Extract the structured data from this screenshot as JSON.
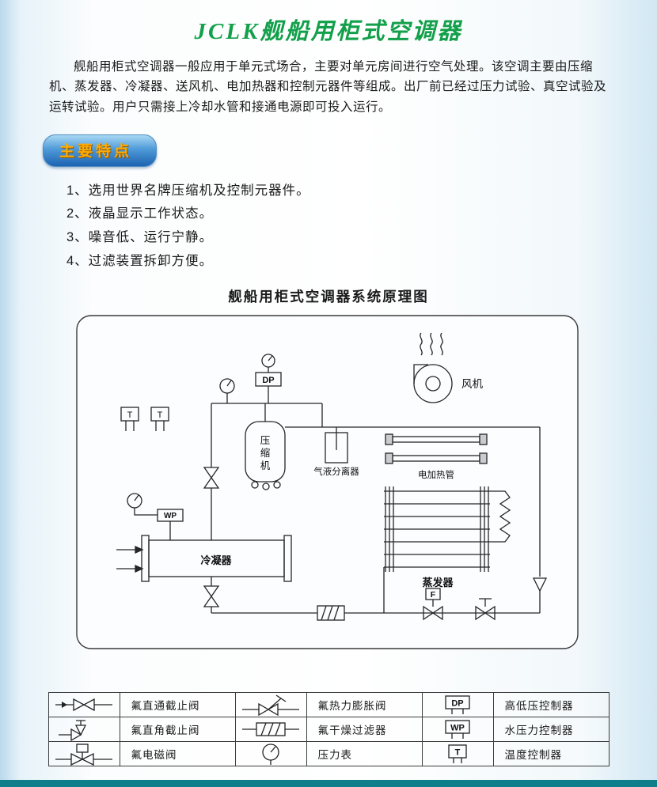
{
  "page": {
    "title": "JCLK舰船用柜式空调器"
  },
  "intro": {
    "text": "舰船用柜式空调器一般应用于单元式场合，主要对单元房间进行空气处理。该空调主要由压缩机、蒸发器、冷凝器、送风机、电加热器和控制元器件等组成。出厂前已经过压力试验、真空试验及运转试验。用户只需接上冷却水管和接通电源即可投入运行。"
  },
  "features": {
    "badge": "主要特点",
    "items": [
      "1、选用世界名牌压缩机及控制元器件。",
      "2、液晶显示工作状态。",
      "3、噪音低、运行宁静。",
      "4、过滤装置拆卸方便。"
    ]
  },
  "diagram": {
    "title": "舰船用柜式空调器系统原理图",
    "labels": {
      "fan": "风机",
      "dp": "DP",
      "t1": "T",
      "t2": "T",
      "compressor_char1": "压",
      "compressor_char2": "缩",
      "compressor_char3": "机",
      "separator": "气液分离器",
      "heater": "电加热管",
      "evaporator": "蒸发器",
      "condenser": "冷凝器",
      "wp": "WP",
      "f": "F"
    }
  },
  "legend": {
    "rows": [
      {
        "c1": "氟直通截止阀",
        "c2": "氟热力膨胀阀",
        "badge": "DP",
        "c3": "高低压控制器"
      },
      {
        "c1": "氟直角截止阀",
        "c2": "氟干燥过滤器",
        "badge": "WP",
        "c3": "水压力控制器"
      },
      {
        "c1": "氟电磁阀",
        "c2": "压力表",
        "badge": "T",
        "c3": "温度控制器"
      }
    ]
  }
}
